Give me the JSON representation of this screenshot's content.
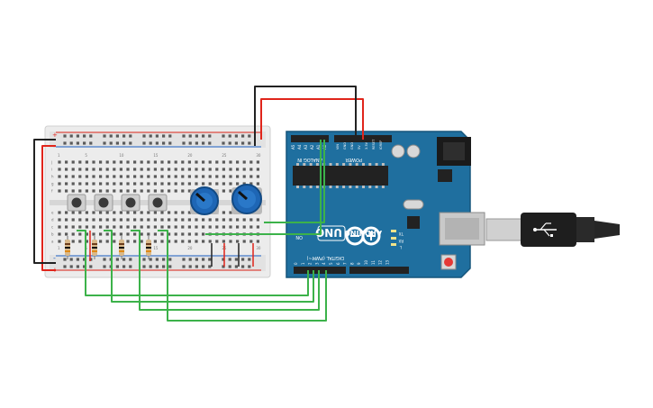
{
  "board": {
    "brand": "ARDUINO",
    "model": "UNO",
    "power_label": "POWER",
    "analog_label": "ANALOG IN",
    "digital_label": "DIGITAL (PWM~)",
    "on_label": "ON",
    "tx_label": "TX",
    "rx_label": "RX",
    "l_label": "L",
    "aref_label": "AREF",
    "gnd_label": "GND",
    "vin_label": "VIN",
    "ioref_label": "IOREF",
    "reset_label": "RESET",
    "v33_label": "3.3V",
    "v5_label": "5V",
    "analog_pins": [
      "A0",
      "A1",
      "A2",
      "A3",
      "A4",
      "A5"
    ],
    "digital_pins": [
      "0",
      "1",
      "2",
      "3",
      "4",
      "5",
      "6",
      "7",
      "8",
      "9",
      "10",
      "11",
      "12",
      "13"
    ]
  },
  "breadboard": {
    "column_numbers": [
      "1",
      "5",
      "10",
      "15",
      "20",
      "25",
      "30"
    ],
    "row_letters_top": [
      "j",
      "i",
      "h",
      "g",
      "f"
    ],
    "row_letters_bottom": [
      "e",
      "d",
      "c",
      "b",
      "a"
    ],
    "rail_plus": "+",
    "rail_minus": "-"
  },
  "colors": {
    "arduino_blue": "#1f6f9f",
    "wire_green": "#3cb24a",
    "wire_red": "#e0251b",
    "wire_black": "#222222",
    "breadboard": "#e9e9e9",
    "potentiometer": "#1e66b5"
  }
}
